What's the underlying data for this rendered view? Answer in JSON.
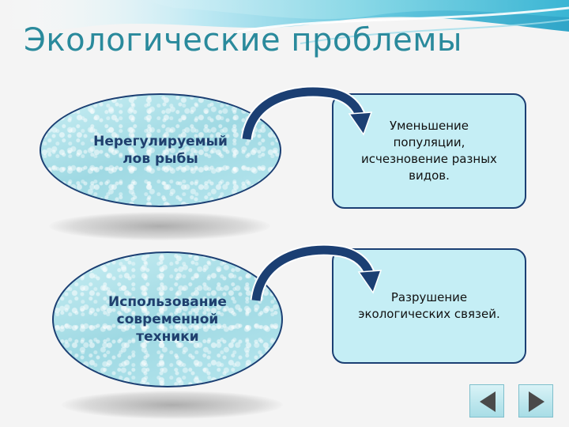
{
  "slide": {
    "title": "Экологические проблемы",
    "rows": [
      {
        "cause": "Нерегулируемый\nлов рыбы",
        "effect": "Уменьшение\nпопуляции,\nисчезновение разных\nвидов."
      },
      {
        "cause": "Использование\nсовременной\nтехники",
        "effect": "Разрушение\nэкологических связей."
      }
    ]
  },
  "navigation": {
    "prev_icon": "triangle-left-icon",
    "next_icon": "triangle-right-icon"
  },
  "colors": {
    "title": "#2a8a9c",
    "ellipse_border": "#1b3f73",
    "box_fill": "#c5eef5",
    "arrow": "#1b3f73"
  }
}
